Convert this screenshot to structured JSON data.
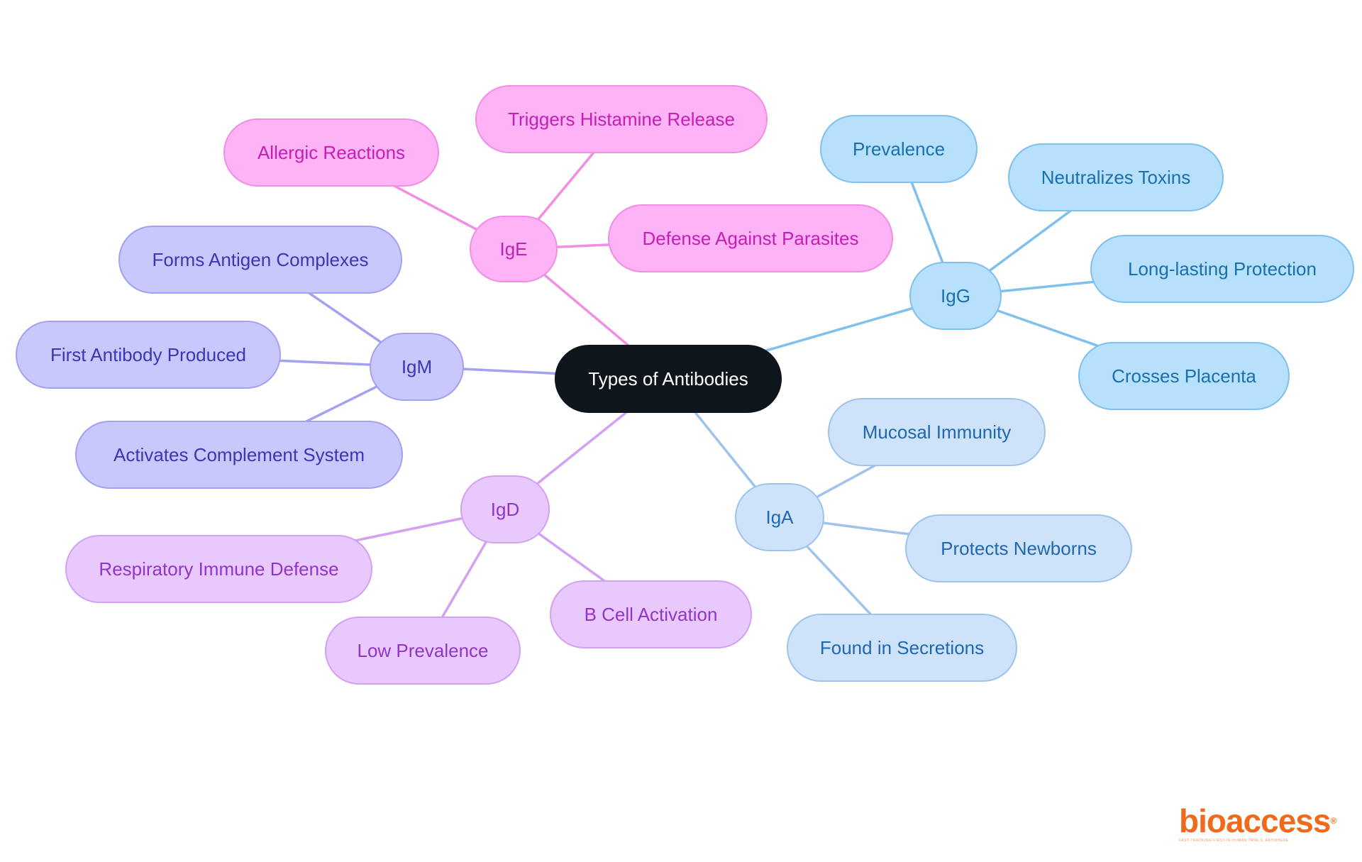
{
  "diagram": {
    "root": "Types of Antibodies",
    "branches": [
      {
        "id": "ige",
        "label": "IgE",
        "color": "#f08ee3",
        "children": [
          "Allergic Reactions",
          "Triggers Histamine Release",
          "Defense Against Parasites"
        ]
      },
      {
        "id": "igm",
        "label": "IgM",
        "color": "#a3a1f0",
        "children": [
          "Forms Antigen Complexes",
          "First Antibody Produced",
          "Activates Complement System"
        ]
      },
      {
        "id": "igd",
        "label": "IgD",
        "color": "#d3a1f2",
        "children": [
          "Respiratory Immune Defense",
          "Low Prevalence",
          "B Cell Activation"
        ]
      },
      {
        "id": "igg",
        "label": "IgG",
        "color": "#7fc0ec",
        "children": [
          "Prevalence",
          "Neutralizes Toxins",
          "Long-lasting Protection",
          "Crosses Placenta"
        ]
      },
      {
        "id": "iga",
        "label": "IgA",
        "color": "#9fc3ec",
        "children": [
          "Mucosal Immunity",
          "Protects Newborns",
          "Found in Secretions"
        ]
      }
    ]
  },
  "logo": {
    "text": "bioaccess",
    "registered": "®",
    "tagline": "FAST-TRACKING FIRST-IN-HUMAN TRIALS, ANYWHERE",
    "color": "#f06a1d"
  }
}
